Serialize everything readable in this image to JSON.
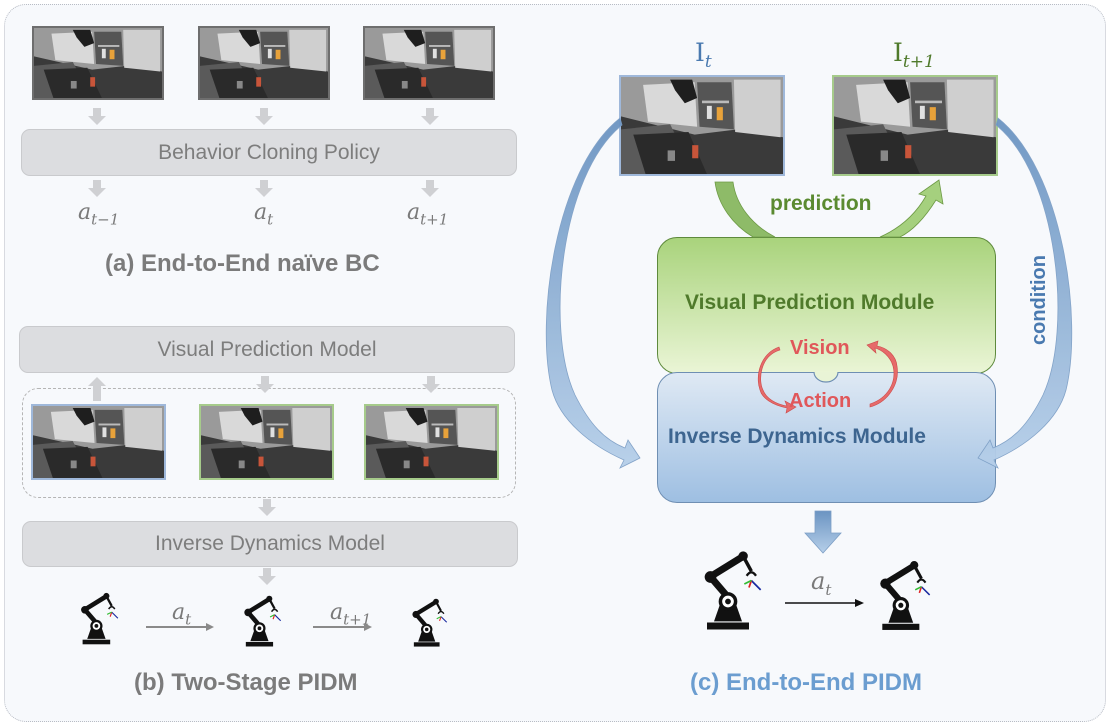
{
  "panel_a": {
    "policy_label": "Behavior Cloning Policy",
    "actions": [
      {
        "base": "a",
        "sub": "t−1"
      },
      {
        "base": "a",
        "sub": "t"
      },
      {
        "base": "a",
        "sub": "t+1"
      }
    ],
    "caption": "(a) End-to-End naïve BC"
  },
  "panel_b": {
    "vpm_label": "Visual Prediction Model",
    "idm_label": "Inverse Dynamics Model",
    "actions": [
      {
        "base": "a",
        "sub": "t"
      },
      {
        "base": "a",
        "sub": "t+1"
      }
    ],
    "caption": "(b) Two-Stage PIDM"
  },
  "panel_c": {
    "frame_labels": [
      {
        "base": "I",
        "sub": "t"
      },
      {
        "base": "I",
        "sub": "t+1"
      }
    ],
    "prediction_label": "prediction",
    "condition_label": "condition",
    "vpm_label": "Visual Prediction Module",
    "idm_label": "Inverse Dynamics Module",
    "vision_label": "Vision",
    "action_label": "Action",
    "action": {
      "base": "a",
      "sub": "t"
    },
    "caption": "(c) End-to-End PIDM"
  },
  "colors": {
    "gray_text": "#7b7b7b",
    "green_text": "#4f7a2b",
    "blue_text": "#3d6590",
    "red_text": "#e0575a",
    "caption_blue": "#6b9dd0",
    "It_color": "#4a7ab0",
    "It1_color": "#4f7a2b"
  }
}
